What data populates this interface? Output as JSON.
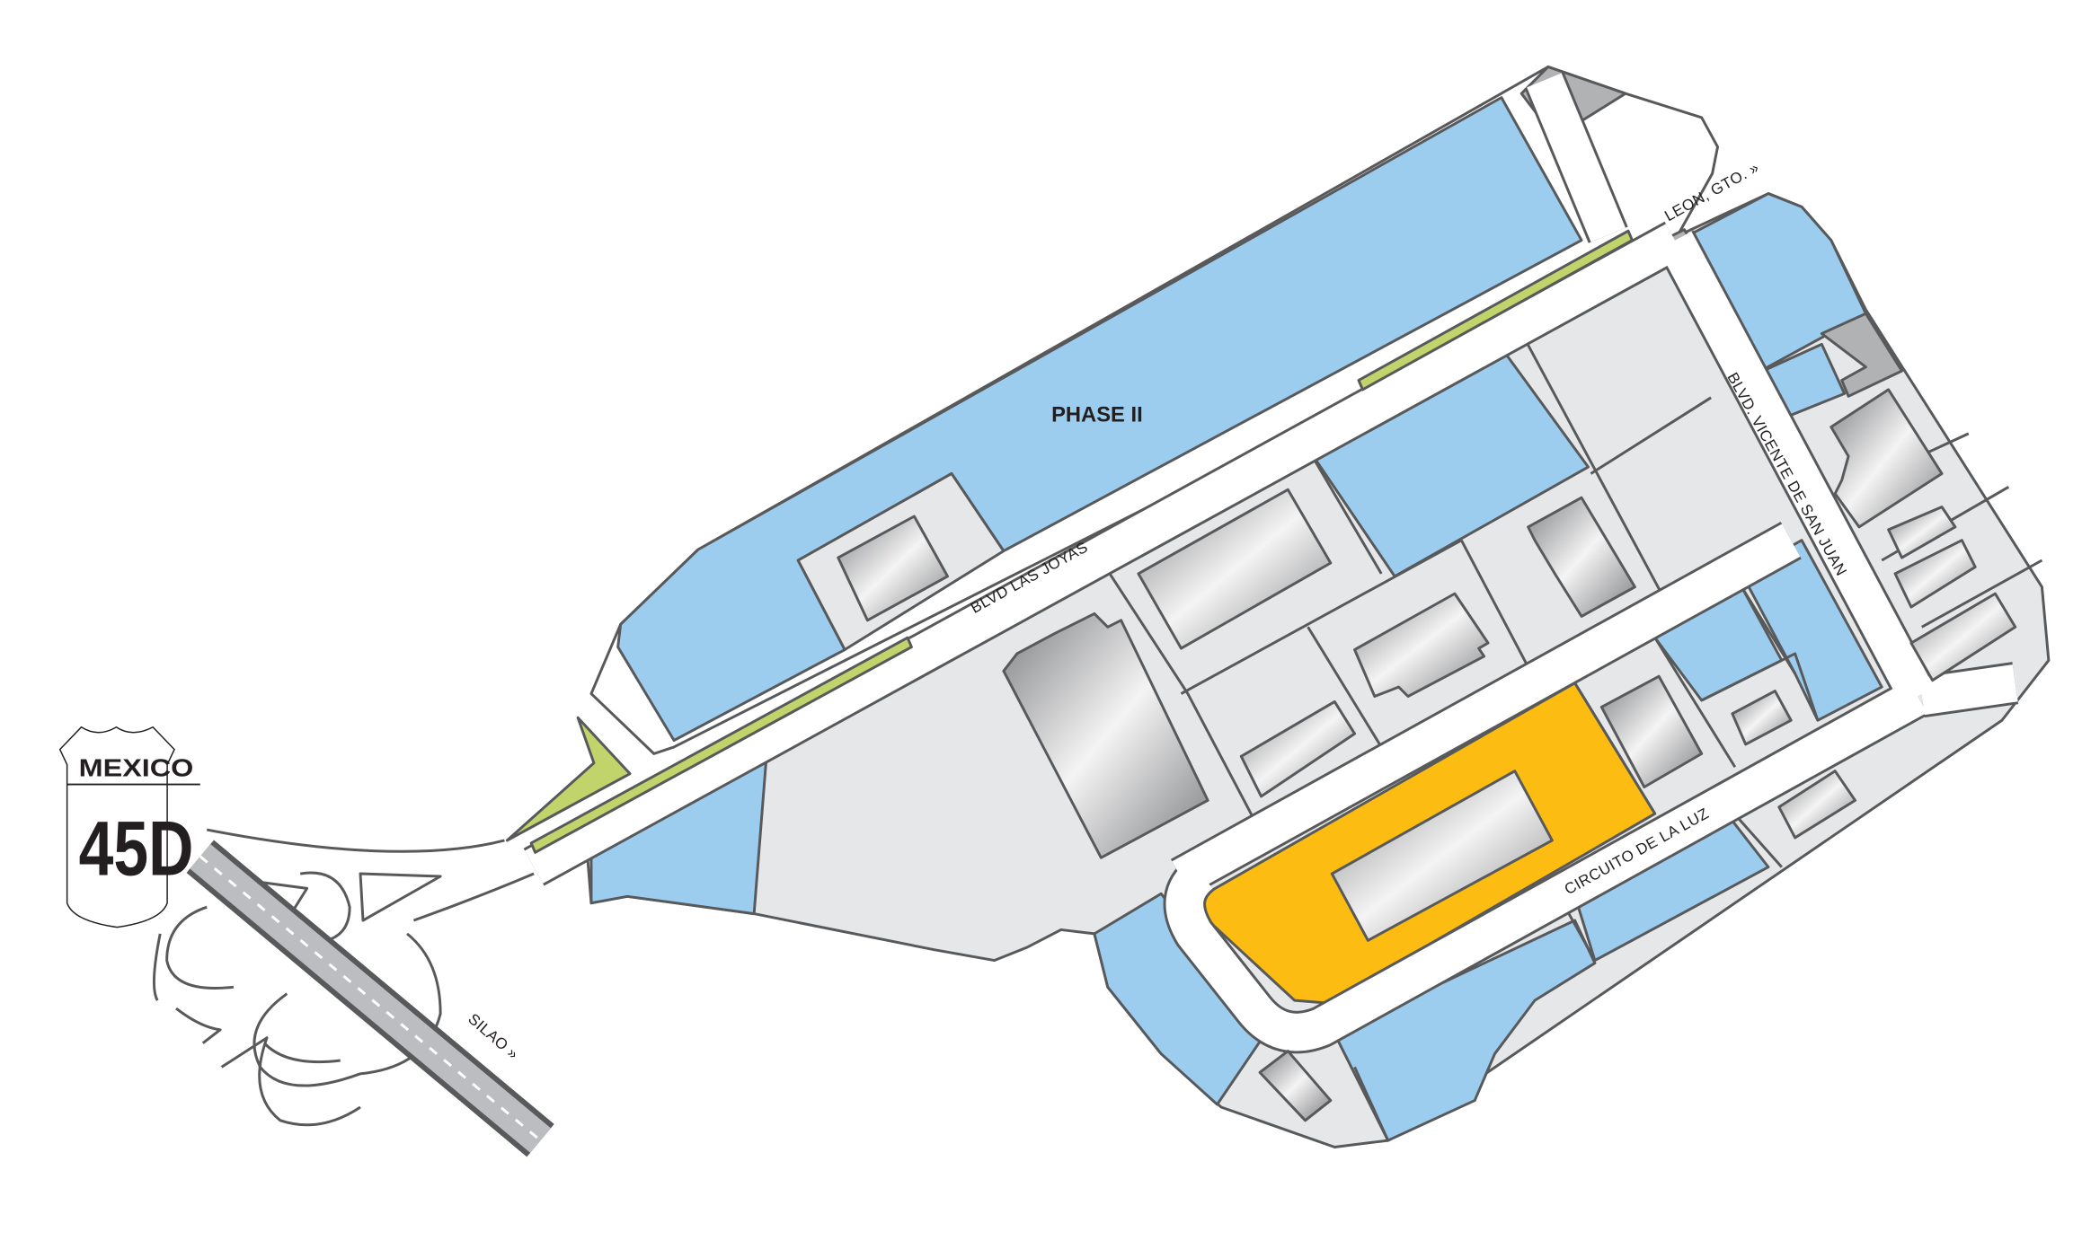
{
  "map": {
    "zone_label": "PHASE II",
    "roads": {
      "las_joyas": "BLVD LAS JOYAS",
      "leon": "LEON, GTO. »",
      "vicente": "BLVD. VICENTE DE SAN JUAN",
      "circuito": "CIRCUITO DE LA LUZ",
      "silao": "SILAO »"
    },
    "highway_shield": {
      "country": "MEXICO",
      "route": "45D"
    },
    "colors": {
      "available": "#9dcdee",
      "lot": "#e6e7e8",
      "reserved": "#b1b2b4",
      "highlight": "#fdbc12",
      "green": "#c1d46c",
      "outline": "#58595b",
      "highway": "#bcbdc0"
    }
  }
}
